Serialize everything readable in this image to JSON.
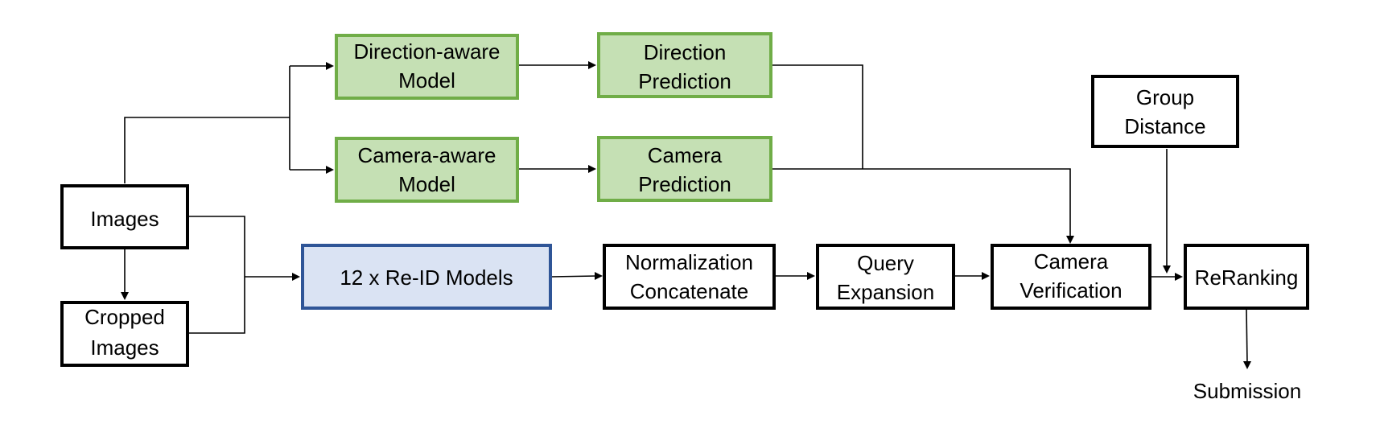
{
  "diagram": {
    "nodes": {
      "direction_model": {
        "lines": [
          "Direction-aware",
          "Model"
        ]
      },
      "direction_prediction": {
        "lines": [
          "Direction",
          "Prediction"
        ]
      },
      "camera_model": {
        "lines": [
          "Camera-aware",
          "Model"
        ]
      },
      "camera_prediction": {
        "lines": [
          "Camera",
          "Prediction"
        ]
      },
      "group_distance": {
        "lines": [
          "Group",
          "Distance"
        ]
      },
      "images": {
        "lines": [
          "Images"
        ]
      },
      "cropped_images": {
        "lines": [
          "Cropped",
          "Images"
        ]
      },
      "reid_models": {
        "lines": [
          "12 x Re-ID Models"
        ]
      },
      "normalization": {
        "lines": [
          "Normalization",
          "Concatenate"
        ]
      },
      "query_expansion": {
        "lines": [
          "Query",
          "Expansion"
        ]
      },
      "camera_verification": {
        "lines": [
          "Camera",
          "Verification"
        ]
      },
      "reranking": {
        "lines": [
          "ReRanking"
        ]
      },
      "submission": {
        "lines": [
          "Submission"
        ]
      }
    },
    "colors": {
      "green_fill": "#c5e0b4",
      "green_border": "#70ad47",
      "blue_fill": "#dae3f3",
      "blue_border": "#2f5597",
      "default_border": "#000000"
    }
  }
}
